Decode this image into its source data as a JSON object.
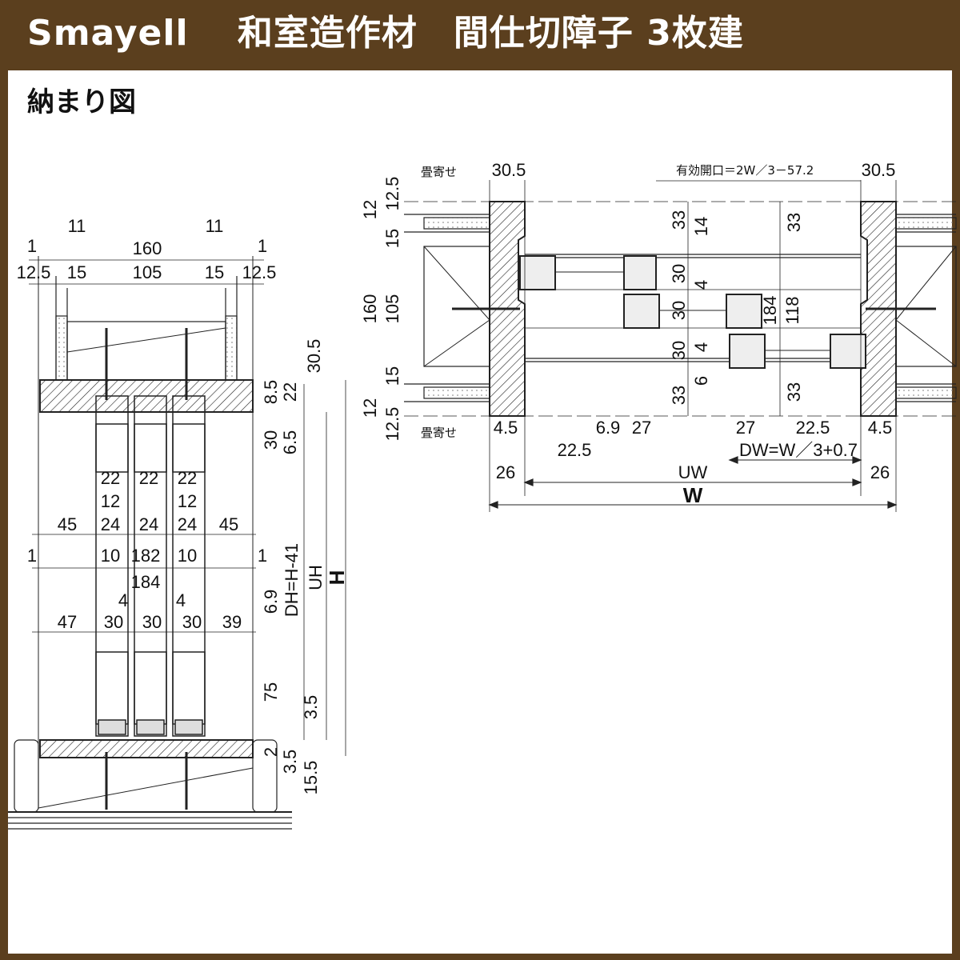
{
  "header": {
    "title": "Smayell　 和室造作材　間仕切障子 3枚建",
    "bg": "#5b3f1e"
  },
  "section": {
    "title": "納まり図"
  },
  "left_view": {
    "top_dims": [
      "1",
      "11",
      "160",
      "11",
      "1",
      "12.5",
      "15",
      "105",
      "15",
      "12.5"
    ],
    "right_dims": [
      "30.5",
      "8.5",
      "22",
      "30",
      "6.5",
      "DH=H-41",
      "UH",
      "H",
      "6.9",
      "75",
      "3.5",
      "2",
      "3.5",
      "15.5"
    ],
    "inner_dims": [
      "22",
      "22",
      "22",
      "12",
      "12",
      "24",
      "24",
      "24",
      "10",
      "182",
      "10",
      "184",
      "4",
      "4",
      "30",
      "30",
      "30"
    ],
    "side_dims": [
      "45",
      "45",
      "1",
      "1",
      "47",
      "39"
    ]
  },
  "right_view": {
    "labels": {
      "tatami_top": "畳寄せ",
      "tatami_bottom": "畳寄せ",
      "opening": "有効開口＝2W／3－57.2"
    },
    "top_dims": [
      "30.5",
      "30.5"
    ],
    "left_dims": [
      "12.5",
      "12",
      "15",
      "160",
      "105",
      "15",
      "12",
      "12.5"
    ],
    "middle_dims": [
      "33",
      "14",
      "33",
      "30",
      "4",
      "30",
      "184",
      "118",
      "30",
      "4",
      "6",
      "33",
      "33"
    ],
    "bottom_dims": [
      "4.5",
      "22.5",
      "6.9",
      "27",
      "27",
      "22.5",
      "4.5",
      "DW=W／3+0.7",
      "26",
      "UW",
      "26",
      "W"
    ]
  }
}
